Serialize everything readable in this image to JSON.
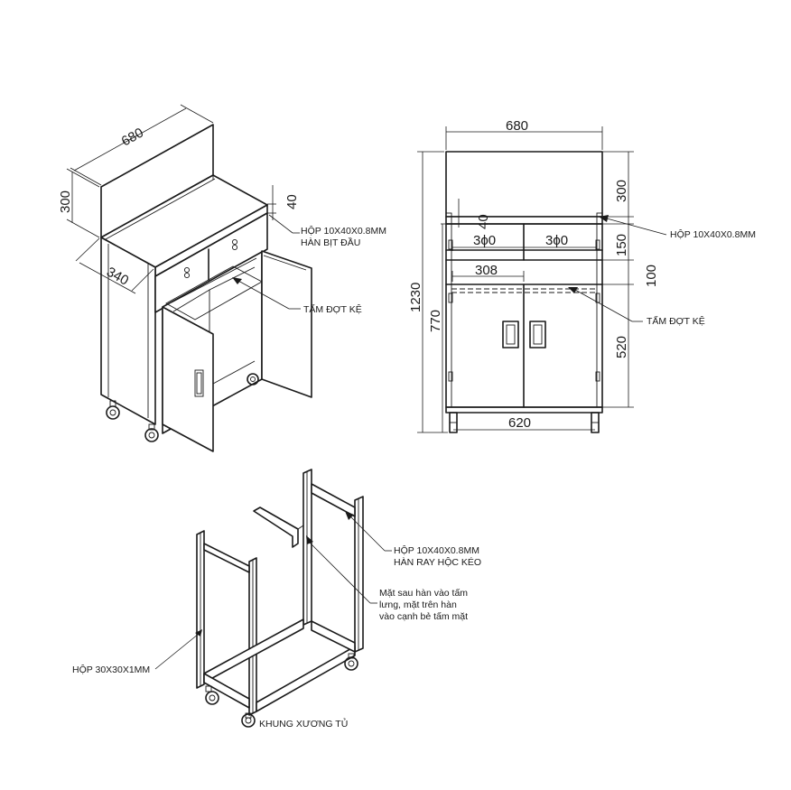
{
  "iso_view": {
    "dim_width": "680",
    "dim_height": "300",
    "dim_depth": "340",
    "dim_box": "40",
    "note_box_line1": "HỘP 10X40X0.8MM",
    "note_box_line2": "HÀN BỊT ĐẦU",
    "note_shelf": "TẤM ĐỢT KỆ"
  },
  "front_view": {
    "dim_width": "680",
    "dim_total_height": "1230",
    "dim_body_height": "770",
    "dim_back_height": "300",
    "dim_box": "40",
    "dim_drawer_left": "3ϕ0",
    "dim_drawer_right": "3ϕ0",
    "dim_inner": "308",
    "dim_drawer_h": "150",
    "dim_gap": "100",
    "dim_door_h": "520",
    "dim_base": "620",
    "note_box": "HỘP 10X40X0.8MM",
    "note_shelf": "TẤM ĐỢT KỆ"
  },
  "frame_view": {
    "note_rail_line1": "HỘP 10X40X0.8MM",
    "note_rail_line2": "HÀN RAY HỘC KÉO",
    "note_back_line1": "Mặt sau hàn vào tấm",
    "note_back_line2": "lưng, mặt trên hàn",
    "note_back_line3": "vào cạnh bẻ tấm mặt",
    "note_tube": "HỘP 30X30X1MM",
    "caption": "KHUNG XƯƠNG TỦ"
  }
}
